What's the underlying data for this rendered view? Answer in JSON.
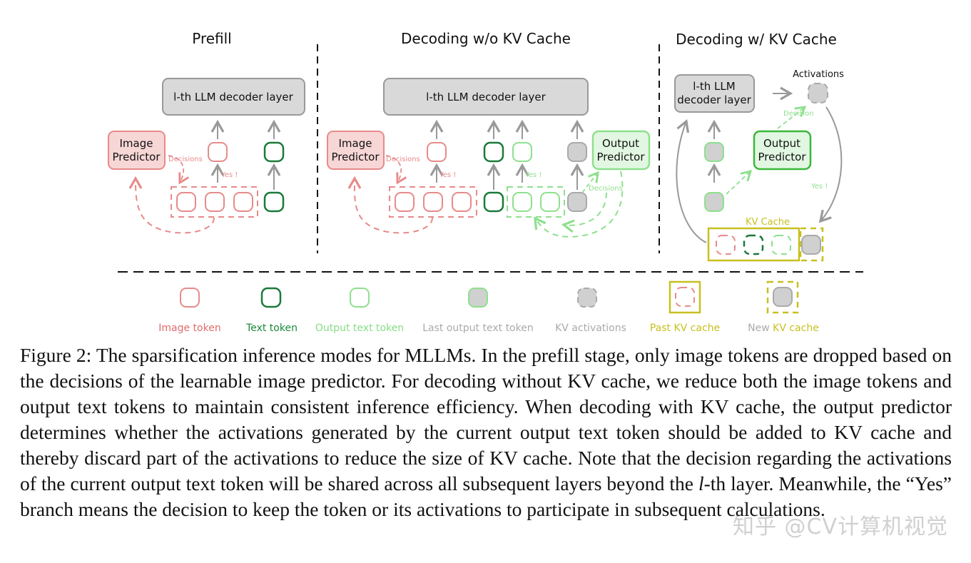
{
  "panels": {
    "prefill": {
      "title": "Prefill",
      "decoder": "l-th LLM decoder layer",
      "predictor": [
        "Image",
        "Predictor"
      ],
      "decisions": "Decisions",
      "yes": "Yes !"
    },
    "no_cache": {
      "title": "Decoding w/o KV Cache",
      "decoder": "l-th LLM decoder layer",
      "predictor": [
        "Image",
        "Predictor"
      ],
      "output_predictor": [
        "Output",
        "Predictor"
      ],
      "decisions_img": "Decisions",
      "decisions_out": "Decisions",
      "yes1": "Yes !",
      "yes2": "Yes !"
    },
    "with_cache": {
      "title": "Decoding w/ KV Cache",
      "decoder": [
        "l-th LLM",
        "decoder layer"
      ],
      "activations": "Activations",
      "decision": "Decision",
      "output_predictor": [
        "Output",
        "Predictor"
      ],
      "yes": "Yes !",
      "kv_cache": "KV Cache"
    }
  },
  "legend": [
    {
      "label": "Image token",
      "color": "#e06b6b"
    },
    {
      "label": "Text token",
      "color": "#1a8a3a"
    },
    {
      "label": "Output text token",
      "color": "#88dd88"
    },
    {
      "label": "Last output text token",
      "color": "#aaaaaa"
    },
    {
      "label": "KV activations",
      "color": "#aaaaaa"
    },
    {
      "label": "Past KV cache",
      "color": "#c8c020"
    },
    {
      "label_prefix": "New ",
      "label_suffix": "KV cache",
      "prefix_color": "#aaaaaa",
      "color": "#c8c020"
    }
  ],
  "colors": {
    "image": "#e88a8a",
    "text": "#1a7a3a",
    "output": "#8ee08e",
    "gray": "#bbbbbb",
    "kv": "#c8c020",
    "decoder_fill": "#d9d9d9"
  },
  "caption": {
    "p1": "Figure 2: The sparsification inference modes for MLLMs. In the prefill stage, only image tokens are dropped based on the decisions of the learnable image predictor. For decoding without KV cache, we reduce both the image tokens and output text tokens to maintain consistent inference efficiency. When decoding with KV cache, the output predictor determines whether the activations generated by the current output text token should be added to KV cache and thereby discard part of the activations to reduce the size of KV cache. Note that the decision regarding the activations of the current output text token will be shared across all subsequent layers beyond the ",
    "l": "l",
    "p2": "-th layer. Meanwhile, the “Yes” branch means the decision to keep the token or its activations to participate in subsequent calculations."
  },
  "watermark": "知乎 @CV计算机视觉"
}
